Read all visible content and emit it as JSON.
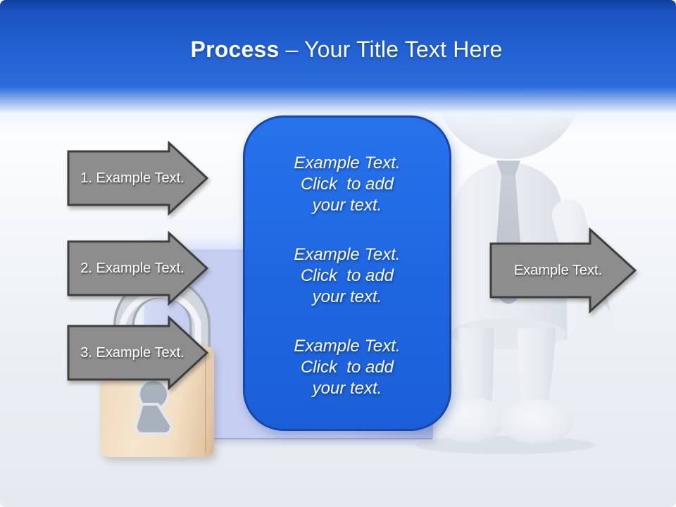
{
  "title": {
    "bold": "Process",
    "rest": "– Your Title Text Here"
  },
  "steps": [
    {
      "label": "1. Example Text."
    },
    {
      "label": "2. Example Text."
    },
    {
      "label": "3. Example Text."
    }
  ],
  "result_arrow": {
    "label": "Example Text."
  },
  "content_box": {
    "blocks": [
      "Example Text.\nClick  to add\nyour text.",
      "Example Text.\nClick  to add\nyour text.",
      "Example Text.\nClick  to add\nyour text."
    ]
  },
  "colors": {
    "header_gradient_top": "#0f3f9e",
    "header_gradient_mid": "#2262d3",
    "content_box_fill": "#1e66e0",
    "content_box_border": "#1647ac",
    "arrow_fill": "#8d8d8d",
    "arrow_border": "#3e3e3e",
    "book_fill": "#c5cef1",
    "lock_body_fill": "#f4e2c9",
    "lock_keyhole_fill": "#a9b2bc",
    "figure_fill": "#e7ebf0"
  },
  "illustrations": {
    "person": "3d-person",
    "padlock": "padlock",
    "book": "book"
  }
}
